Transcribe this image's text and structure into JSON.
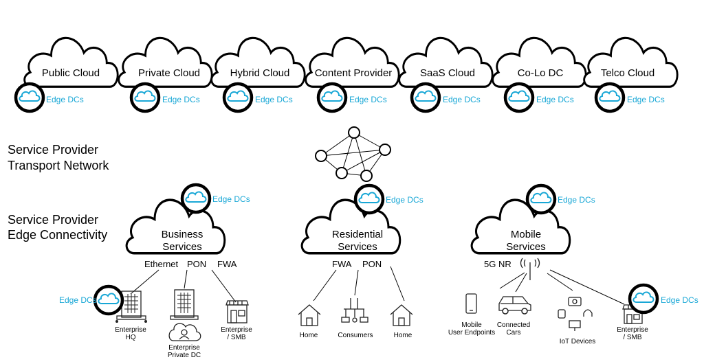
{
  "clouds": [
    {
      "label": "Public Cloud"
    },
    {
      "label": "Private Cloud"
    },
    {
      "label": "Hybrid Cloud"
    },
    {
      "label": "Content Provider"
    },
    {
      "label": "SaaS Cloud"
    },
    {
      "label": "Co-Lo DC"
    },
    {
      "label": "Telco Cloud"
    }
  ],
  "edge_label": "Edge DCs",
  "transport": {
    "line1": "Service Provider",
    "line2": "Transport Network"
  },
  "edge_conn": {
    "line1": "Service Provider",
    "line2": "Edge Connectivity"
  },
  "services": {
    "business": {
      "line1": "Business",
      "line2": "Services",
      "links": [
        "Ethernet",
        "PON",
        "FWA"
      ]
    },
    "residential": {
      "line1": "Residential",
      "line2": "Services",
      "links": [
        "FWA",
        "PON"
      ]
    },
    "mobile": {
      "line1": "Mobile",
      "line2": "Services",
      "links": [
        "5G NR"
      ]
    }
  },
  "endpoints": {
    "enterprise_hq": [
      "Enterprise",
      "HQ"
    ],
    "enterprise_private_dc": [
      "Enterprise",
      "Private DC"
    ],
    "enterprise_smb_1": [
      "Enterprise",
      "/ SMB"
    ],
    "home_1": "Home",
    "consumers": "Consumers",
    "home_2": "Home",
    "mobile_user": [
      "Mobile",
      "User Endpoints"
    ],
    "connected_cars": [
      "Connected",
      "Cars"
    ],
    "iot": "IoT Devices",
    "enterprise_smb_2": [
      "Enterprise",
      "/ SMB"
    ]
  },
  "colors": {
    "accent": "#18a7d6",
    "stroke": "#000000"
  }
}
